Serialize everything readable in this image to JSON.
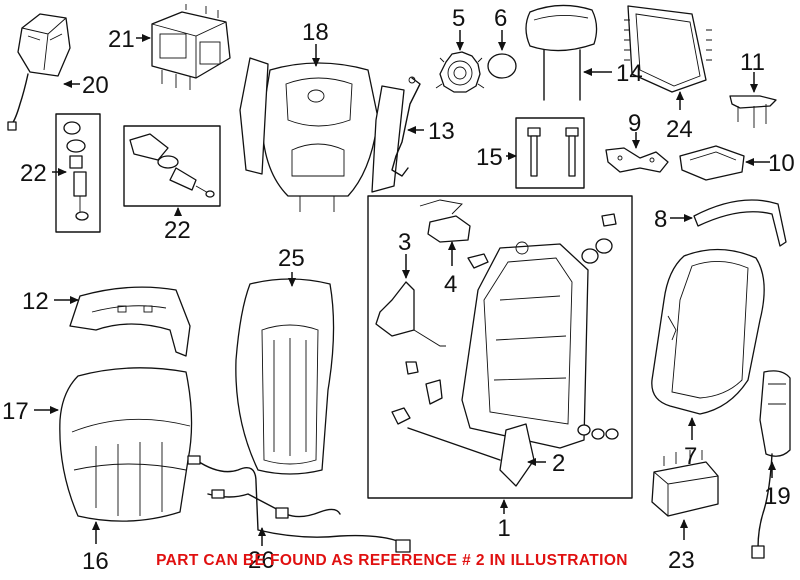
{
  "notice": "PART CAN BE FOUND AS REFERENCE # 2 IN ILLUSTRATION",
  "notice_color": "#e01010",
  "callouts": {
    "c1": "1",
    "c2": "2",
    "c3": "3",
    "c4": "4",
    "c5": "5",
    "c6": "6",
    "c7": "7",
    "c8": "8",
    "c9": "9",
    "c10": "10",
    "c11": "11",
    "c12": "12",
    "c13": "13",
    "c14": "14",
    "c15": "15",
    "c16": "16",
    "c17": "17",
    "c18": "18",
    "c19": "19",
    "c20": "20",
    "c21": "21",
    "c22a": "22",
    "c22b": "22",
    "c23": "23",
    "c24": "24",
    "c25": "25",
    "c26": "26"
  }
}
